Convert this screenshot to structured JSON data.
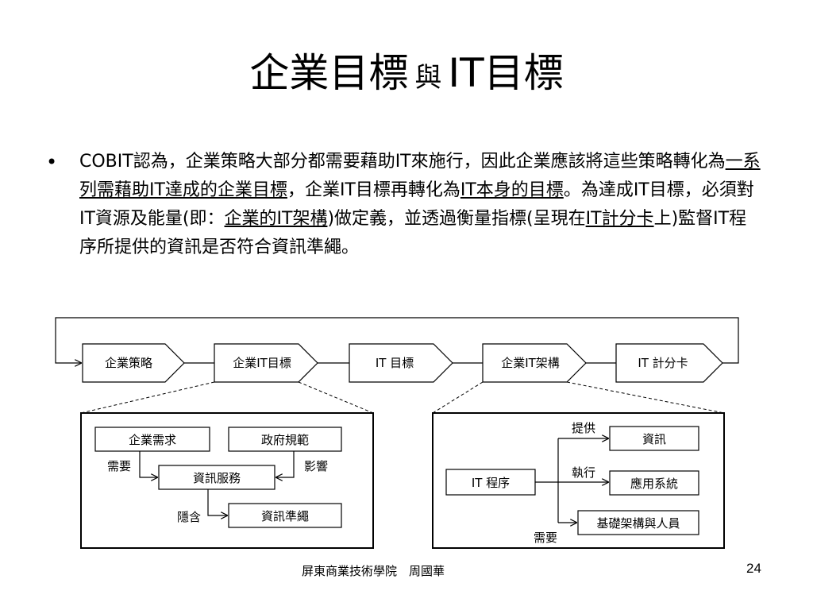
{
  "slide": {
    "title_part1": "企業目標",
    "title_part2": "與",
    "title_part3": "IT目標",
    "bullet_symbol": "•",
    "body": {
      "s1": "COBIT認為，企業策略大部分都需要藉助IT來施行，因此企業應該將這些策略轉化為",
      "u1": "一系列需藉助IT達成的企業目標",
      "s2": "，企業IT目標再轉化為",
      "u2": "IT本身的目標",
      "s3": "。為達成IT目標，必須對IT資源及能量(即：",
      "u3": "企業的IT架構",
      "s4": ")做定義，並透過衡量指標(呈現在",
      "u4": "IT計分卡",
      "s5": "上)監督IT程序所提供的資訊是否符合資訊準繩。"
    },
    "footer": "屏東商業技術學院　周國華",
    "page_number": "24"
  },
  "diagram": {
    "chain": [
      "企業策略",
      "企業IT目標",
      "IT 目標",
      "企業IT架構",
      "IT 計分卡"
    ],
    "left_panel": {
      "box_need": "企業需求",
      "box_gov": "政府規範",
      "box_service": "資訊服務",
      "box_criteria": "資訊準繩",
      "label_need": "需要",
      "label_influence": "影響",
      "label_imply": "隱含"
    },
    "right_panel": {
      "box_process": "IT 程序",
      "box_info": "資訊",
      "box_app": "應用系統",
      "box_infra": "基礎架構與人員",
      "label_provide": "提供",
      "label_execute": "執行",
      "label_need": "需要"
    }
  }
}
